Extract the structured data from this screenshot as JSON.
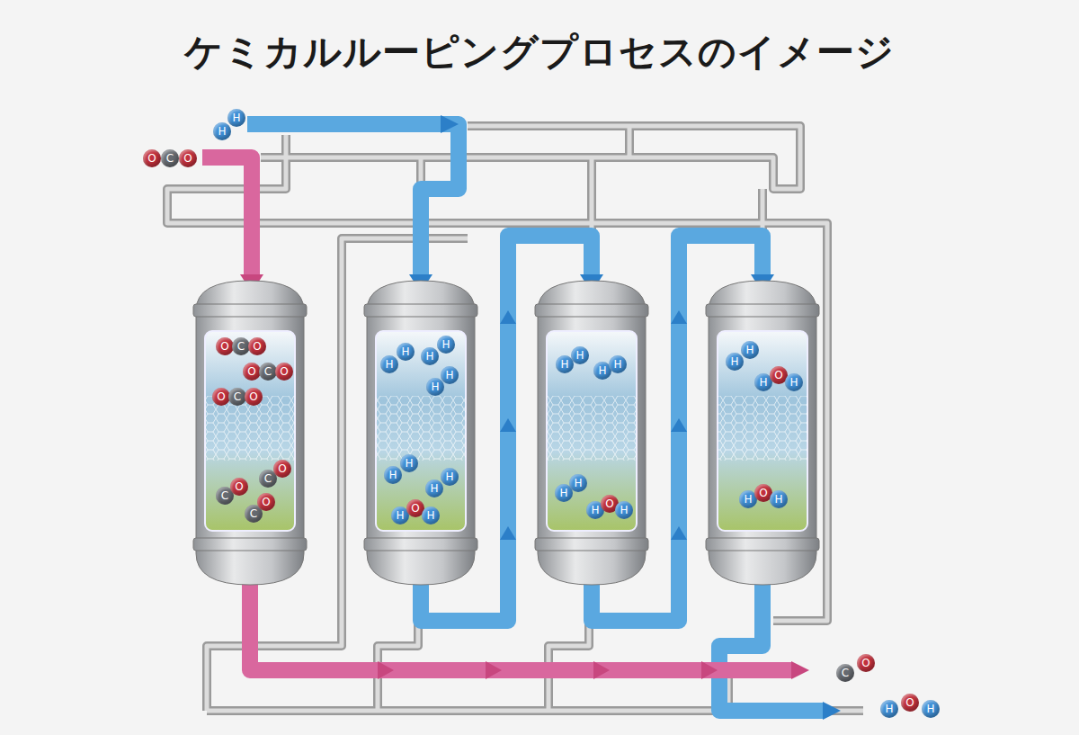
{
  "diagram": {
    "title": "ケミカルルーピングプロセスのイメージ",
    "labels": [
      "H",
      "H",
      "O",
      "C",
      "O",
      "O",
      "C",
      "O",
      "O",
      "C",
      "O",
      "O",
      "C",
      "O",
      "C",
      "O",
      "C",
      "O",
      "C",
      "O",
      "H",
      "H",
      "H",
      "H",
      "H",
      "H",
      "H",
      "H",
      "H",
      "H",
      "H",
      "O",
      "H",
      "H",
      "H",
      "H",
      "H",
      "H",
      "H",
      "H",
      "O",
      "H",
      "H",
      "H",
      "H",
      "O",
      "H",
      "H",
      "O",
      "H",
      "C",
      "O",
      "H",
      "O",
      "H"
    ]
  }
}
